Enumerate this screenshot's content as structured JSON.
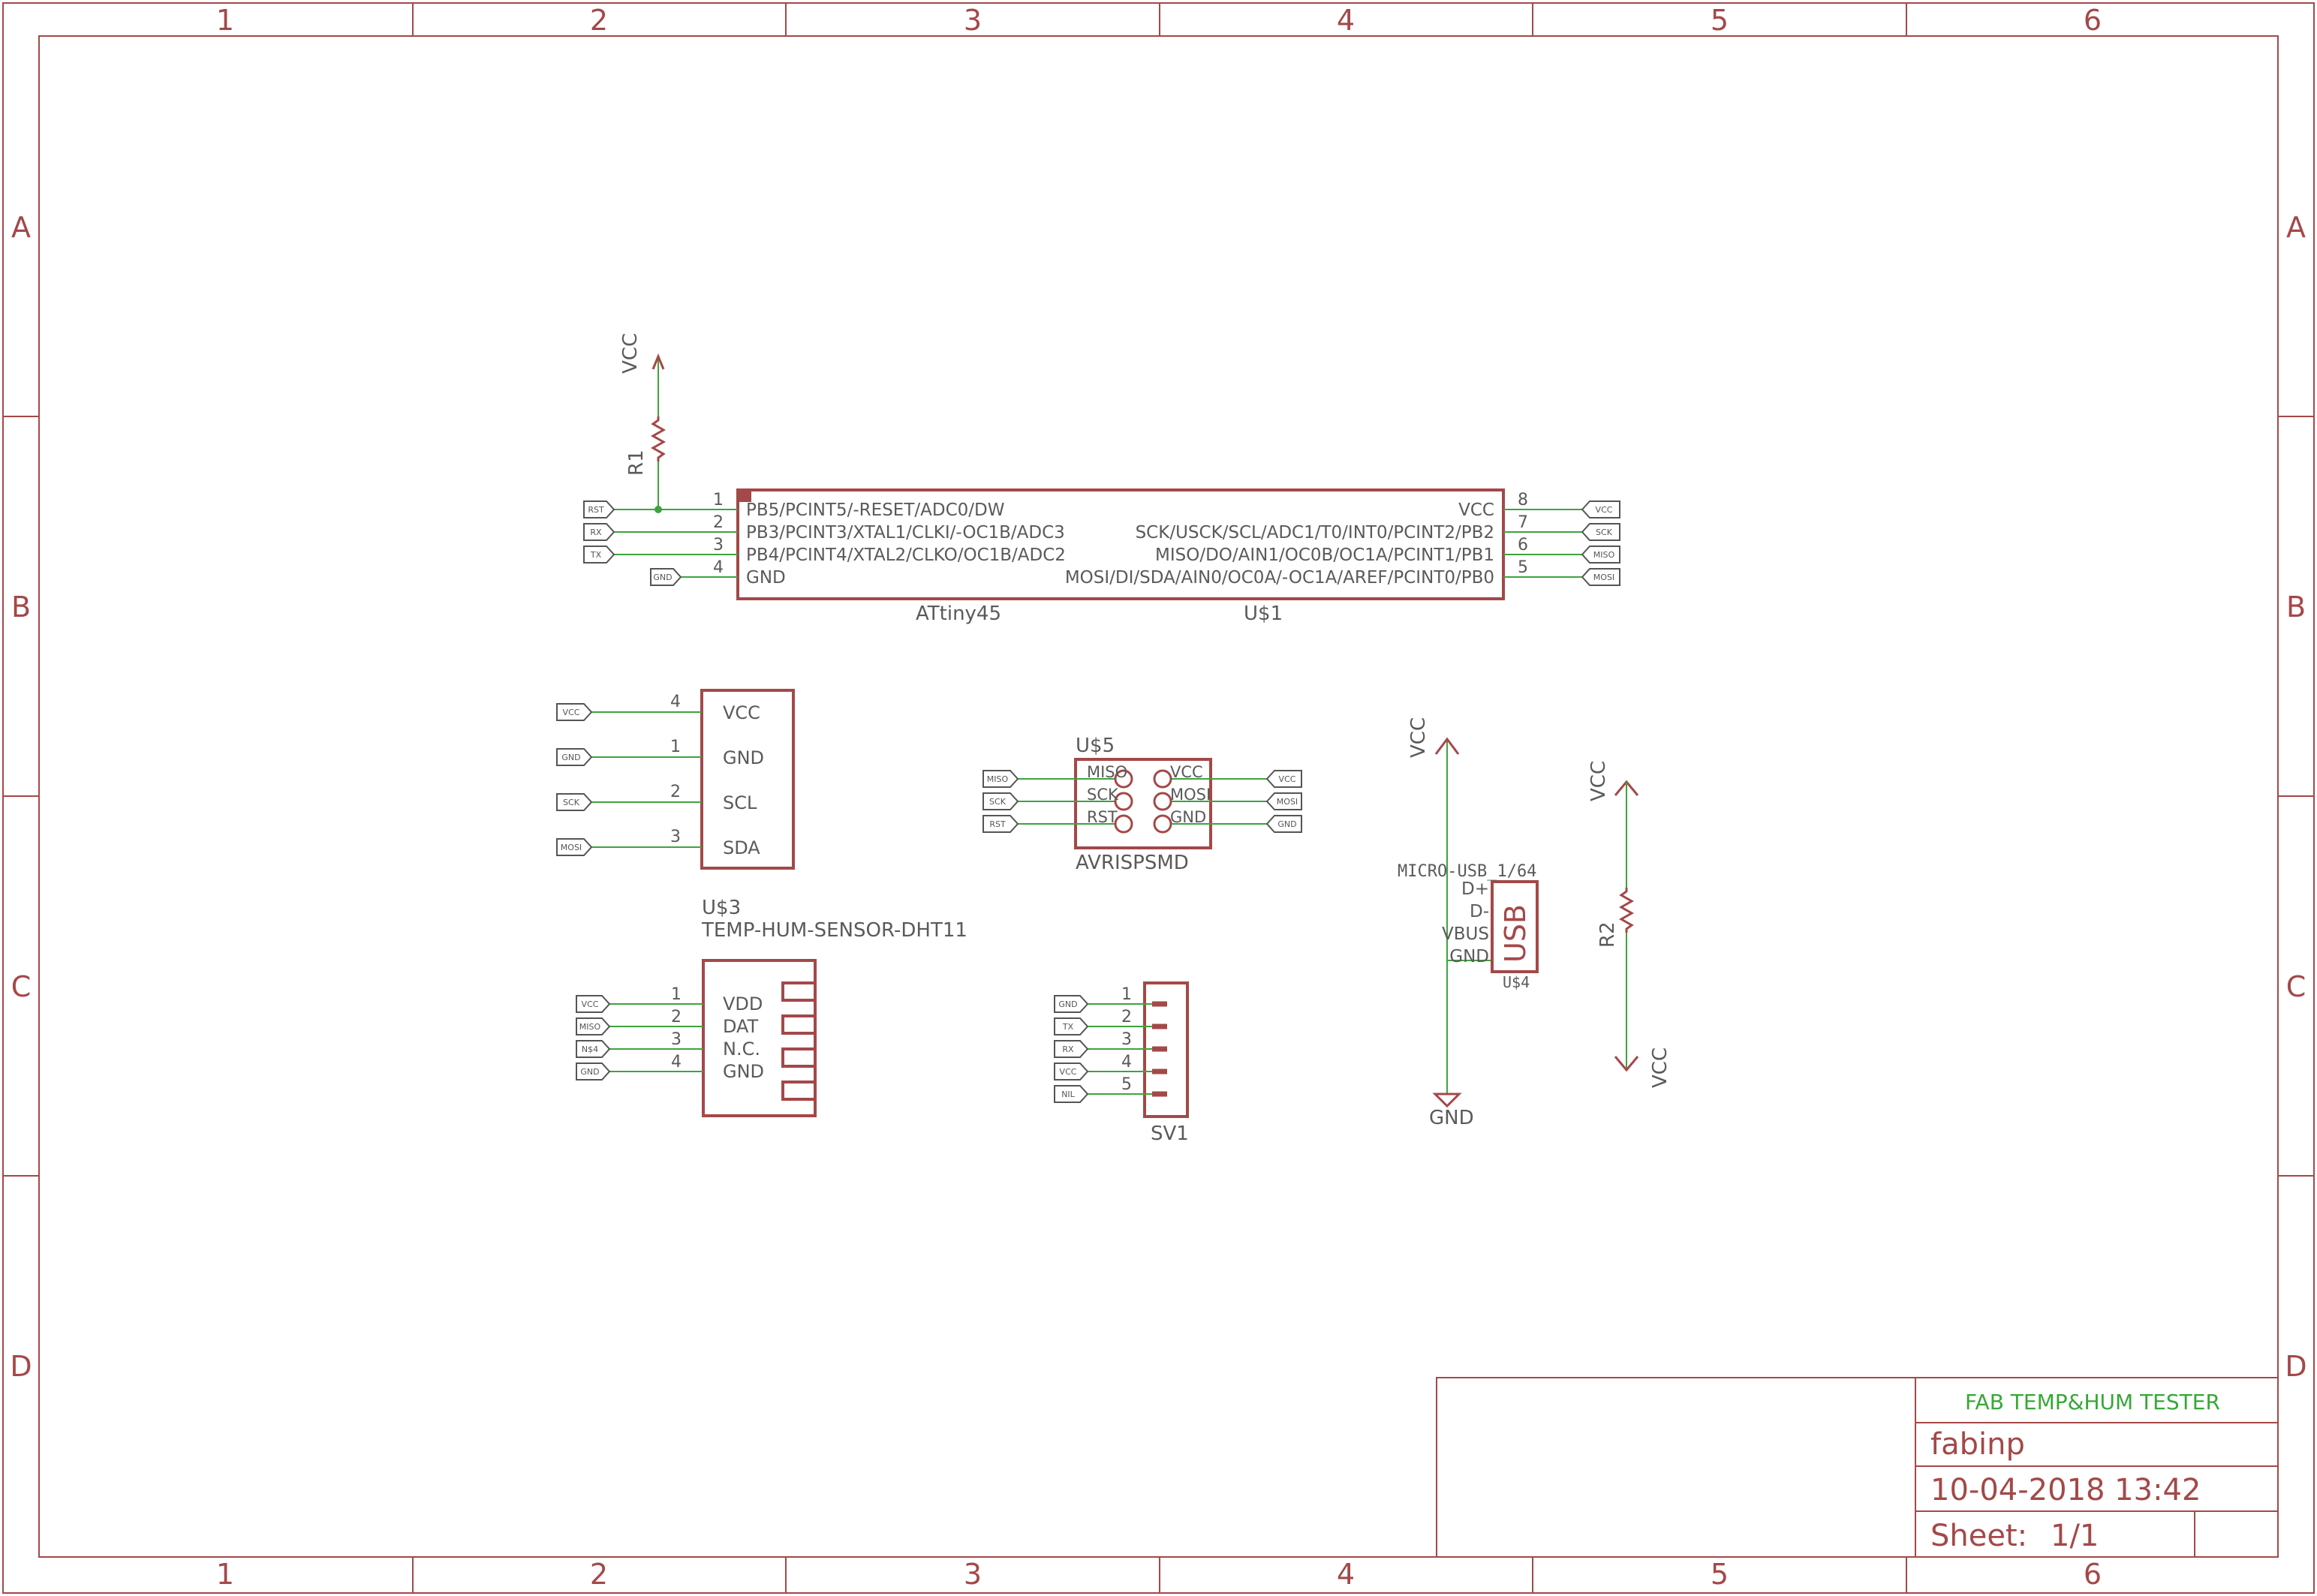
{
  "colors": {
    "frame": "#a44848",
    "wire": "#3ea33e",
    "junction": "#3ea33e",
    "text": "#5a5a5a",
    "title_green": "#36a836",
    "symbol": "#a44848"
  },
  "frame": {
    "columns": [
      "1",
      "2",
      "3",
      "4",
      "5",
      "6"
    ],
    "rows": [
      "A",
      "B",
      "C",
      "D"
    ]
  },
  "title_block": {
    "title": "FAB TEMP&HUM TESTER",
    "author": "fabinp",
    "date": "10-04-2018 13:42",
    "sheet_label": "Sheet:",
    "sheet_value": "1/1"
  },
  "r1": {
    "name": "R1",
    "supply": "VCC"
  },
  "r2": {
    "name": "R2",
    "supply_top": "VCC",
    "supply_bottom": "VCC"
  },
  "u1": {
    "value": "ATtiny45",
    "name": "U$1",
    "left_pins": [
      {
        "num": "1",
        "label": "PB5/PCINT5/-RESET/ADC0/DW",
        "net": "RST"
      },
      {
        "num": "2",
        "label": "PB3/PCINT3/XTAL1/CLKI/-OC1B/ADC3",
        "net": "RX"
      },
      {
        "num": "3",
        "label": "PB4/PCINT4/XTAL2/CLKO/OC1B/ADC2",
        "net": "TX"
      },
      {
        "num": "4",
        "label": "GND",
        "net": "GND"
      }
    ],
    "right_pins": [
      {
        "num": "8",
        "label": "VCC",
        "net": "VCC"
      },
      {
        "num": "7",
        "label": "SCK/USCK/SCL/ADC1/T0/INT0/PCINT2/PB2",
        "net": "SCK"
      },
      {
        "num": "6",
        "label": "MISO/DO/AIN1/OC0B/OC1A/PCINT1/PB1",
        "net": "MISO"
      },
      {
        "num": "5",
        "label": "MOSI/DI/SDA/AIN0/OC0A/-OC1A/AREF/PCINT0/PB0",
        "net": "MOSI"
      }
    ]
  },
  "u3": {
    "name": "U$3",
    "value": "TEMP-HUM-SENSOR-DHT11",
    "pins": [
      {
        "num": "4",
        "label": "VCC",
        "net": "VCC"
      },
      {
        "num": "1",
        "label": "GND",
        "net": "GND"
      },
      {
        "num": "2",
        "label": "SCL",
        "net": "SCK"
      },
      {
        "num": "3",
        "label": "SDA",
        "net": "MOSI"
      }
    ]
  },
  "dht": {
    "pins": [
      {
        "num": "1",
        "label": "VDD",
        "net": "VCC"
      },
      {
        "num": "2",
        "label": "DAT",
        "net": "MISO"
      },
      {
        "num": "3",
        "label": "N.C.",
        "net": "N$4"
      },
      {
        "num": "4",
        "label": "GND",
        "net": "GND"
      }
    ]
  },
  "u5": {
    "name": "U$5",
    "value": "AVRISPSMD",
    "left": [
      {
        "label": "MISO",
        "net": "MISO"
      },
      {
        "label": "SCK",
        "net": "SCK"
      },
      {
        "label": "RST",
        "net": "RST"
      }
    ],
    "right": [
      {
        "label": "VCC",
        "net": "VCC"
      },
      {
        "label": "MOSI",
        "net": "MOSI"
      },
      {
        "label": "GND",
        "net": "GND"
      }
    ]
  },
  "sv1": {
    "name": "SV1",
    "pins": [
      {
        "num": "1",
        "net": "GND"
      },
      {
        "num": "2",
        "net": "TX"
      },
      {
        "num": "3",
        "net": "RX"
      },
      {
        "num": "4",
        "net": "VCC"
      },
      {
        "num": "5",
        "net": "NIL"
      }
    ]
  },
  "u4": {
    "name": "U$4",
    "value": "MICRO-USB_1/64",
    "body_label": "USB",
    "pins": [
      "D+",
      "D-",
      "VBUS",
      "GND"
    ],
    "supply_top": "VCC",
    "supply_bottom": "GND"
  }
}
